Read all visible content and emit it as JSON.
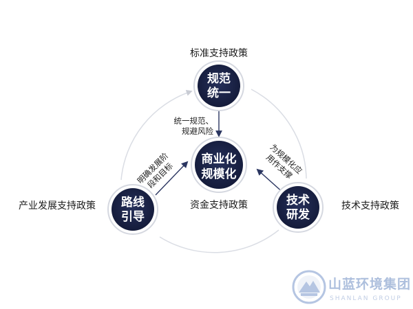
{
  "nodes": {
    "top": {
      "line1": "规范",
      "line2": "统一",
      "caption": "标准支持政策"
    },
    "center": {
      "line1": "商业化",
      "line2": "规模化",
      "caption": "资金支持政策"
    },
    "left": {
      "line1": "路线",
      "line2": "引导",
      "caption": "产业发展支持政策"
    },
    "right": {
      "line1": "技术",
      "line2": "研发",
      "caption": "技术支持政策"
    }
  },
  "annotations": {
    "top": {
      "line1": "统一规范、",
      "line2": "规避风险"
    },
    "left": {
      "line1": "明确发展阶",
      "line2": "段和目标"
    },
    "right": {
      "line1": "为规模化应",
      "line2": "用作支撑"
    }
  },
  "watermark": {
    "cn": "山蓝环境集团",
    "en": "SHANLAN GROUP"
  },
  "colors": {
    "node_fill": "#1b2448",
    "node_ring": "#d5d8e0",
    "arrow": "#2a3560",
    "orbit": "#dadde4"
  },
  "icons": {
    "logo": "mountain-logo-icon"
  }
}
